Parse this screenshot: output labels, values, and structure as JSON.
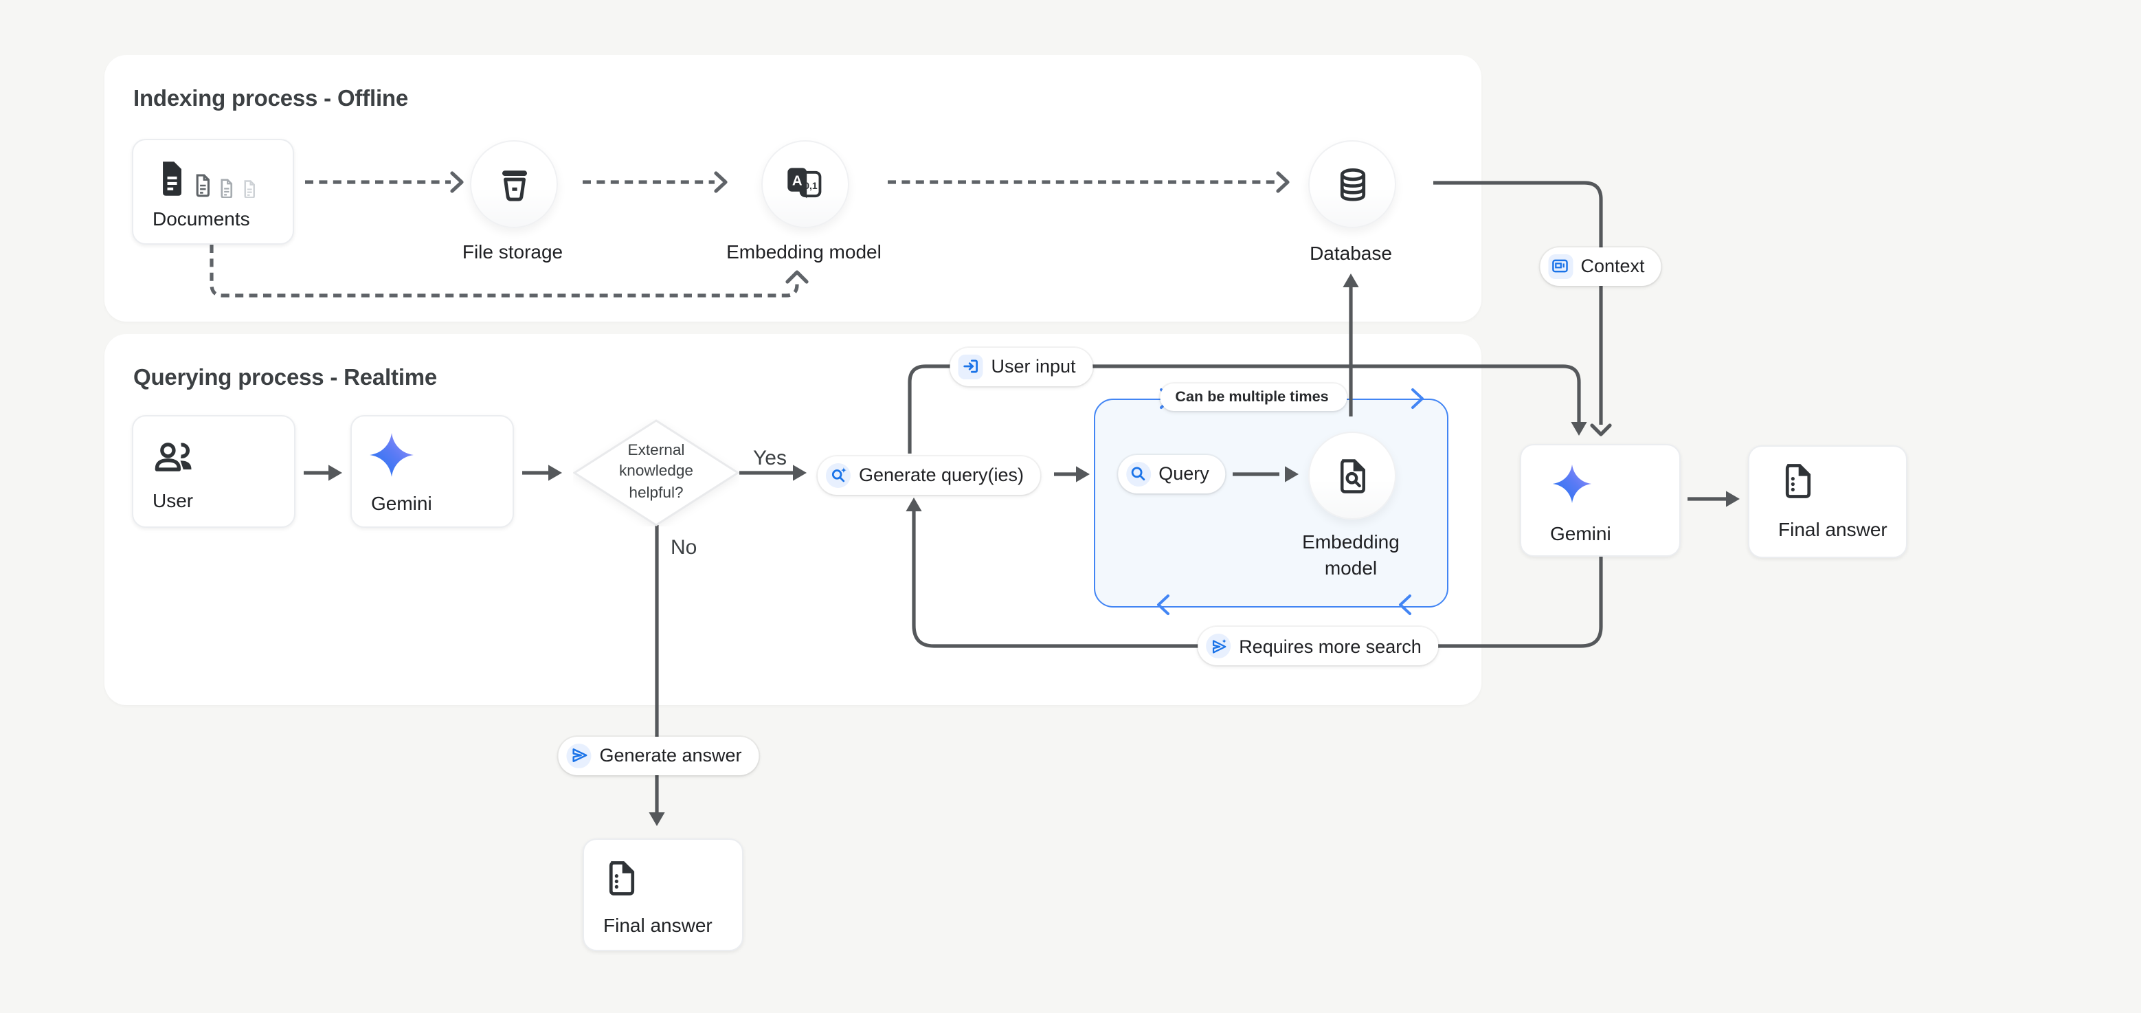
{
  "app": {
    "background": "#f6f6f4"
  },
  "colors": {
    "solid_line": "#55585b",
    "dashed_line": "#5f6368",
    "blue_accent": "#4285f4",
    "chip_bg": "#e8f0fe",
    "chip_glyph": "#1a73e8",
    "icon_dark": "#2f3337",
    "gemini_gradient_start": "#1b72f0",
    "gemini_gradient_end": "#a493f8"
  },
  "indexing_panel": {
    "title": "Indexing process - Offline",
    "nodes": {
      "documents": {
        "label": "Documents",
        "icon": "documents-icon"
      },
      "file_storage": {
        "label": "File storage",
        "icon": "storage-bucket-icon"
      },
      "embedding_model": {
        "label": "Embedding model",
        "icon": "embedding-model-icon"
      },
      "database": {
        "label": "Database",
        "icon": "database-icon"
      }
    }
  },
  "querying_panel": {
    "title": "Querying process - Realtime",
    "nodes": {
      "user": {
        "label": "User",
        "icon": "users-icon"
      },
      "gemini": {
        "label": "Gemini",
        "icon": "gemini-star-icon"
      },
      "decision": {
        "label_lines": [
          "External",
          "knowledge",
          "helpful?"
        ]
      },
      "query_embedding_model": {
        "label_line1": "Embedding",
        "label_line2": "model",
        "icon": "file-search-icon"
      },
      "final_answer": {
        "label": "Final answer",
        "icon": "final-answer-doc-icon"
      }
    },
    "edges": {
      "yes": "Yes",
      "no": "No"
    },
    "badges": {
      "generate_queries": {
        "label": "Generate query(ies)",
        "icon": "search-spark-icon"
      },
      "user_input": {
        "label": "User input",
        "icon": "login-icon"
      },
      "query": {
        "label": "Query",
        "icon": "search-icon"
      },
      "can_be_multiple_times": {
        "label": "Can be multiple times"
      },
      "requires_more_search": {
        "label": "Requires more search",
        "icon": "send-spark-icon"
      },
      "generate_answer": {
        "label": "Generate answer",
        "icon": "send-icon"
      }
    }
  },
  "output_section": {
    "badges": {
      "context": {
        "label": "Context",
        "icon": "article-icon"
      }
    },
    "nodes": {
      "gemini": {
        "label": "Gemini",
        "icon": "gemini-star-icon"
      },
      "final_answer": {
        "label": "Final answer",
        "icon": "final-answer-doc-icon"
      }
    }
  }
}
